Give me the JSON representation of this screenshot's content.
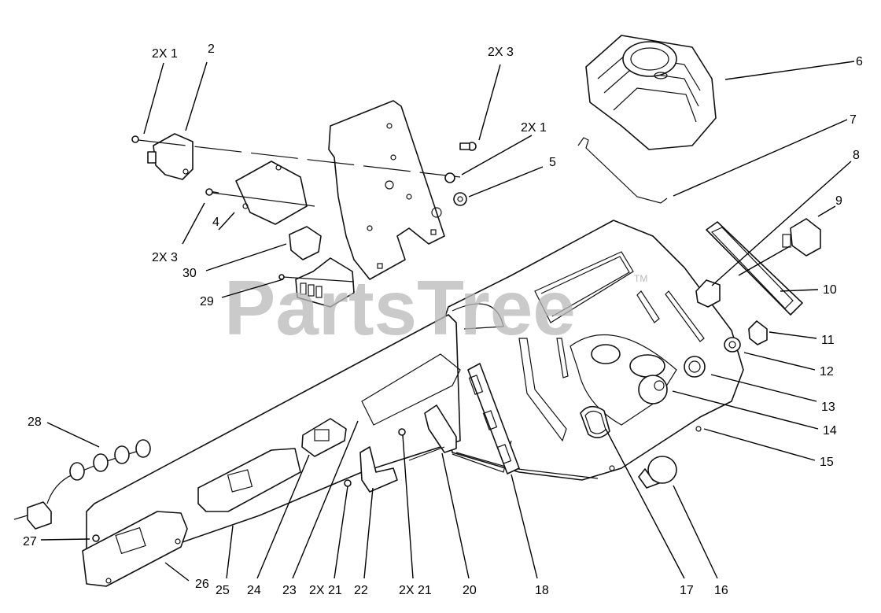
{
  "watermark": {
    "text": "PartsTree",
    "tm": "TM"
  },
  "callouts": [
    {
      "id": "c-2x1-top",
      "text": "2X 1"
    },
    {
      "id": "c-2",
      "text": "2"
    },
    {
      "id": "c-2x3-top",
      "text": "2X 3"
    },
    {
      "id": "c-6",
      "text": "6"
    },
    {
      "id": "c-7",
      "text": "7"
    },
    {
      "id": "c-2x1-mid",
      "text": "2X 1"
    },
    {
      "id": "c-5",
      "text": "5"
    },
    {
      "id": "c-8",
      "text": "8"
    },
    {
      "id": "c-9",
      "text": "9"
    },
    {
      "id": "c-2x3-left",
      "text": "2X 3"
    },
    {
      "id": "c-4",
      "text": "4"
    },
    {
      "id": "c-30",
      "text": "30"
    },
    {
      "id": "c-29",
      "text": "29"
    },
    {
      "id": "c-10",
      "text": "10"
    },
    {
      "id": "c-11",
      "text": "11"
    },
    {
      "id": "c-12",
      "text": "12"
    },
    {
      "id": "c-13",
      "text": "13"
    },
    {
      "id": "c-14",
      "text": "14"
    },
    {
      "id": "c-15",
      "text": "15"
    },
    {
      "id": "c-28",
      "text": "28"
    },
    {
      "id": "c-27",
      "text": "27"
    },
    {
      "id": "c-26",
      "text": "26"
    },
    {
      "id": "c-25",
      "text": "25"
    },
    {
      "id": "c-24",
      "text": "24"
    },
    {
      "id": "c-23",
      "text": "23"
    },
    {
      "id": "c-2x21-a",
      "text": "2X 21"
    },
    {
      "id": "c-22",
      "text": "22"
    },
    {
      "id": "c-2x21-b",
      "text": "2X 21"
    },
    {
      "id": "c-20",
      "text": "20"
    },
    {
      "id": "c-18",
      "text": "18"
    },
    {
      "id": "c-17",
      "text": "17"
    },
    {
      "id": "c-16",
      "text": "16"
    }
  ]
}
